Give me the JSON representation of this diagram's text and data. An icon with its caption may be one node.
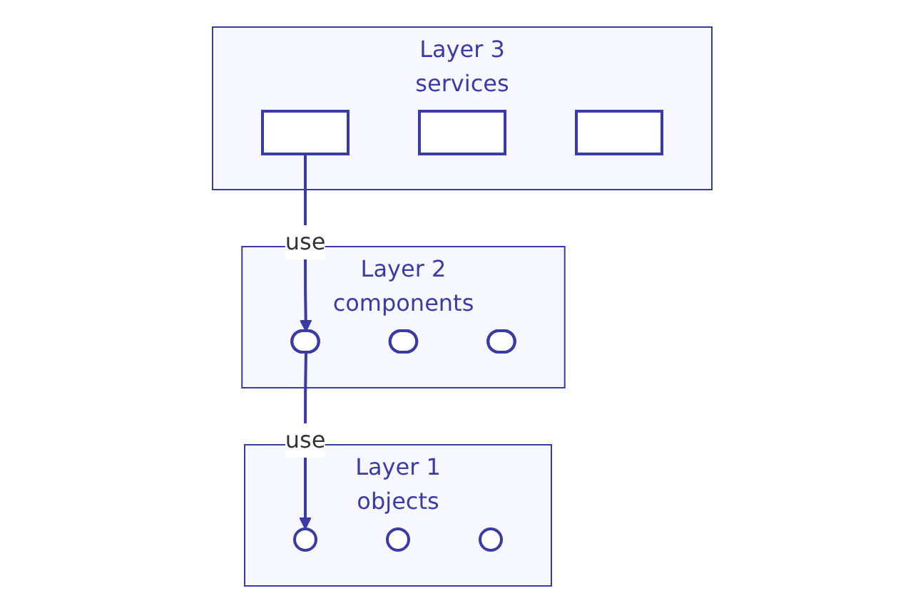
{
  "diagram": {
    "nodes": [
      {
        "text": [
          "Layer 3",
          "services"
        ]
      },
      {
        "text": [],
        "shape": "box",
        "in": 0
      },
      {
        "text": [],
        "shape": "box",
        "in": 0
      },
      {
        "text": [],
        "shape": "box",
        "in": 0
      },
      {
        "text": [
          "Layer 2",
          "components"
        ]
      },
      {
        "text": [],
        "shape": "ellipse",
        "in": 4
      },
      {
        "text": [],
        "shape": "ellipse",
        "in": 4
      },
      {
        "text": [],
        "shape": "ellipse",
        "in": 4
      },
      {
        "text": [
          "Layer 1",
          "objects"
        ]
      },
      {
        "text": [],
        "shape": "circle",
        "in": 8
      },
      {
        "text": [],
        "shape": "circle",
        "in": 8
      },
      {
        "text": [],
        "shape": "circle",
        "in": 8
      }
    ],
    "edges": [
      {
        "from": 1,
        "to": 5,
        "arrow": "to",
        "label": "use"
      },
      {
        "from": 5,
        "to": 9,
        "arrow": "to",
        "label": "use"
      }
    ]
  }
}
